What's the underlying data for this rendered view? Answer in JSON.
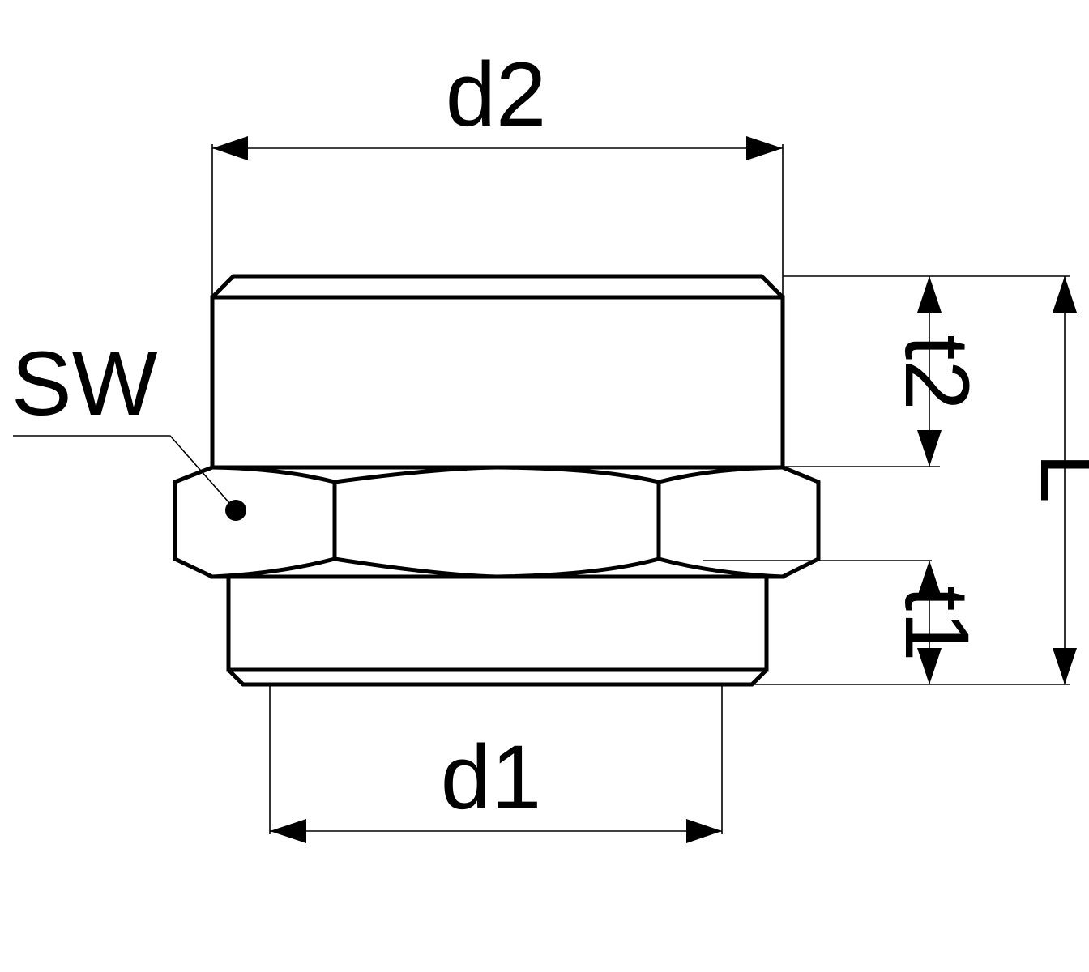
{
  "labels": {
    "d2": "d2",
    "d1": "d1",
    "sw": "SW",
    "t2": "t2",
    "t1": "t1",
    "L": "L"
  },
  "colors": {
    "stroke": "#000000",
    "background": "#ffffff"
  }
}
